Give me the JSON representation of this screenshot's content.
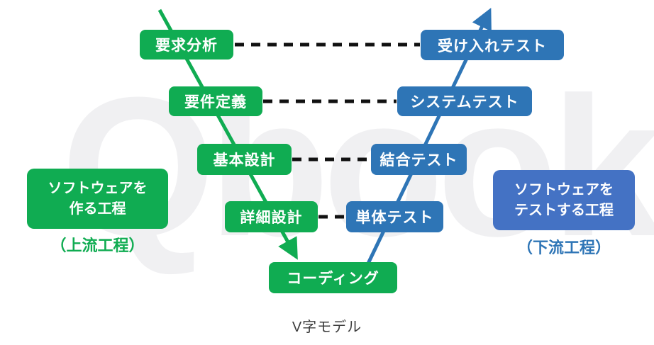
{
  "diagram": {
    "title": "V字モデル",
    "watermark": "Qbook",
    "colors": {
      "phase_green": "#10ac52",
      "test_blue": "#2e75b6",
      "annotation_blue": "#4472c4",
      "dashed_connector": "#111111",
      "title_text": "#3d3d3d",
      "watermark_gray": "#f0f0f2"
    },
    "left_steps": [
      {
        "label": "要求分析"
      },
      {
        "label": "要件定義"
      },
      {
        "label": "基本設計"
      },
      {
        "label": "詳細設計"
      },
      {
        "label": "コーディング"
      }
    ],
    "right_steps": [
      {
        "label": "受け入れテスト"
      },
      {
        "label": "システムテスト"
      },
      {
        "label": "結合テスト"
      },
      {
        "label": "単体テスト"
      }
    ],
    "left_annotation": {
      "box_lines": [
        "ソフトウェアを",
        "作る工程"
      ],
      "caption": "（上流工程）"
    },
    "right_annotation": {
      "box_lines": [
        "ソフトウェアを",
        "テストする工程"
      ],
      "caption": "（下流工程）"
    }
  }
}
